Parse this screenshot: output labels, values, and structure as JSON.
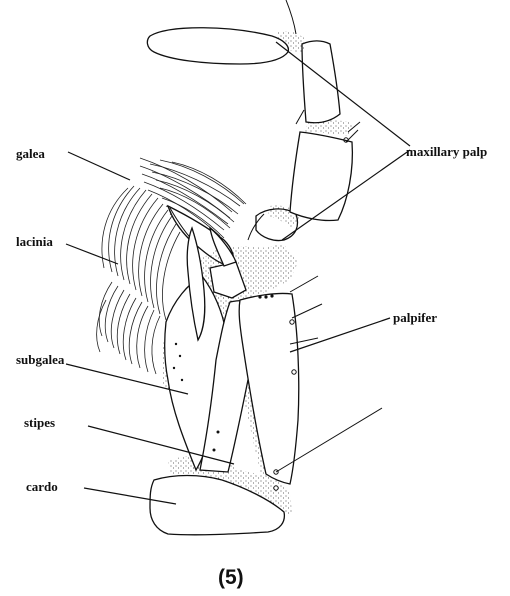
{
  "labels": {
    "galea": "galea",
    "lacinia": "lacinia",
    "subgalea": "subgalea",
    "stipes": "stipes",
    "cardo": "cardo",
    "maxillary_palp": "maxillary palp",
    "palpifer": "palpifer"
  },
  "caption": "(5)"
}
